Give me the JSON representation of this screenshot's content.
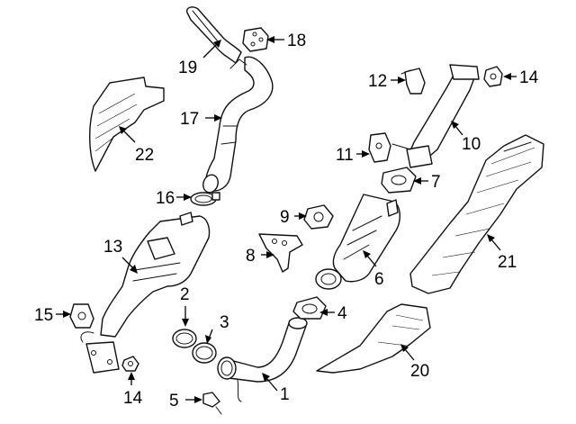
{
  "diagram": {
    "parts": [
      {
        "id": "p1",
        "label": "1"
      },
      {
        "id": "p2",
        "label": "2"
      },
      {
        "id": "p3",
        "label": "3"
      },
      {
        "id": "p4",
        "label": "4"
      },
      {
        "id": "p5",
        "label": "5"
      },
      {
        "id": "p6",
        "label": "6"
      },
      {
        "id": "p7",
        "label": "7"
      },
      {
        "id": "p8",
        "label": "8"
      },
      {
        "id": "p9",
        "label": "9"
      },
      {
        "id": "p10",
        "label": "10"
      },
      {
        "id": "p11",
        "label": "11"
      },
      {
        "id": "p12",
        "label": "12"
      },
      {
        "id": "p13",
        "label": "13"
      },
      {
        "id": "p14a",
        "label": "14"
      },
      {
        "id": "p14b",
        "label": "14"
      },
      {
        "id": "p15",
        "label": "15"
      },
      {
        "id": "p16",
        "label": "16"
      },
      {
        "id": "p17",
        "label": "17"
      },
      {
        "id": "p18",
        "label": "18"
      },
      {
        "id": "p19",
        "label": "19"
      },
      {
        "id": "p20",
        "label": "20"
      },
      {
        "id": "p21",
        "label": "21"
      },
      {
        "id": "p22",
        "label": "22"
      }
    ]
  }
}
